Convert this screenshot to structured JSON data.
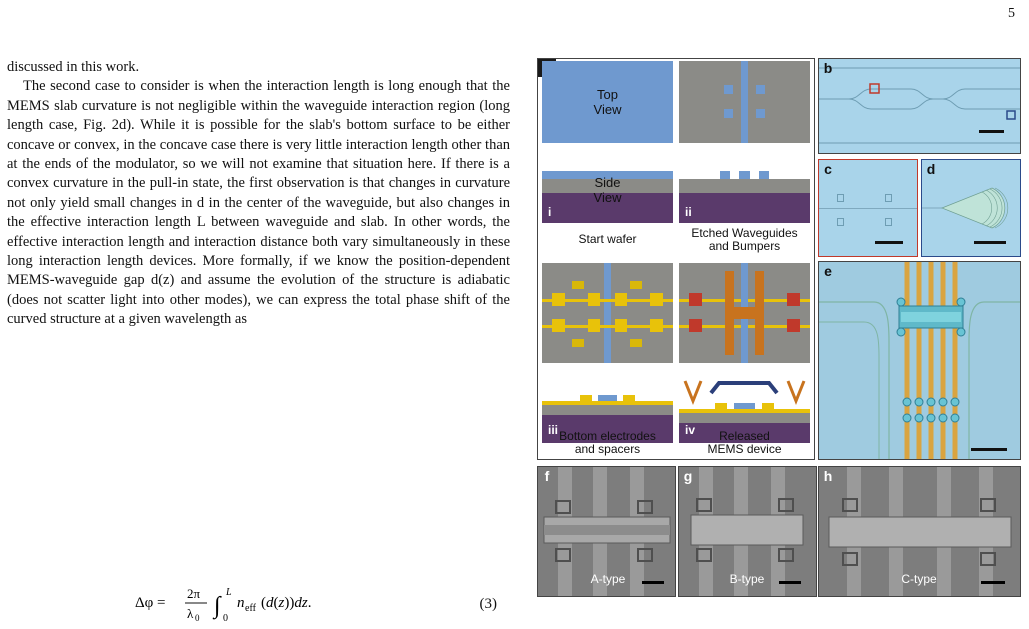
{
  "page_number": "5",
  "paragraph1": "discussed in this work.",
  "paragraph2": "The second case to consider is when the interaction length is long enough that the MEMS slab curvature is not negligible within the waveguide interaction region (long length case, Fig. 2d). While it is possible for the slab's bottom surface to be either concave or convex, in the concave case there is very little interaction length other than at the ends of the modulator, so we will not examine that situation here. If there is a convex curvature in the pull-in state, the first observation is that changes in curvature not only yield small changes in d in the center of the waveguide, but also changes in the effective interaction length L between waveguide and slab. In other words, the effective interaction length and interaction distance both vary simultaneously in these long interaction length devices. More formally, if we know the position-dependent MEMS-waveguide gap d(z) and assume the evolution of the structure is adiabatic (does not scatter light into other modes), we can express the total phase shift of the curved structure at a given wavelength as",
  "equation_number": "(3)",
  "figure": {
    "panel_labels": {
      "a": "a",
      "b": "b",
      "c": "c",
      "d": "d",
      "e": "e",
      "f": "f",
      "g": "g",
      "h": "h"
    },
    "top_view": "Top\nView",
    "side_view": "Side\nView",
    "steps": {
      "i": "i",
      "ii": "ii",
      "iii": "iii",
      "iv": "iv"
    },
    "captions": {
      "i": "Start wafer",
      "ii": "Etched Waveguides\nand Bumpers",
      "iii": "Bottom electrodes\nand spacers",
      "iv": "Released\nMEMS device"
    },
    "sem_types": {
      "f": "A-type",
      "g": "B-type",
      "h": "C-type"
    }
  },
  "colors": {
    "blue": "#6f99cf",
    "gray": "#8b8b87",
    "purple": "#5a3a6b",
    "yellow": "#e8c20a",
    "red": "#c0392b",
    "orange": "#c8731e",
    "micro_bg": "#a9cfe6"
  }
}
